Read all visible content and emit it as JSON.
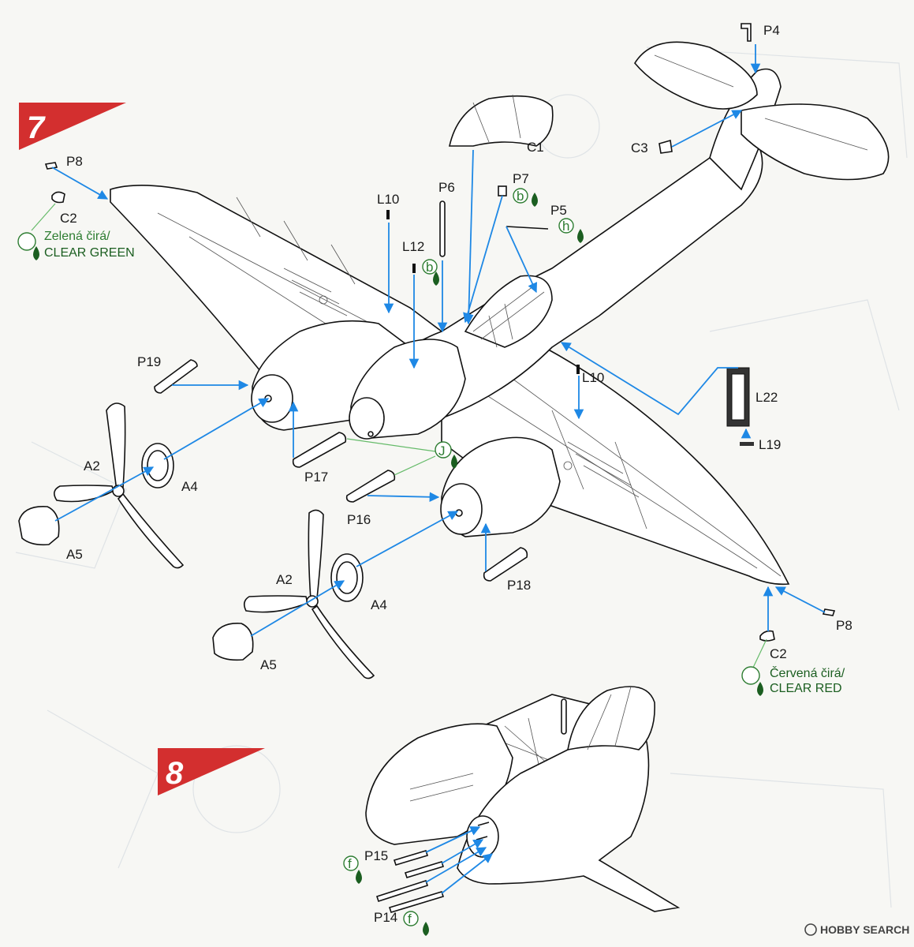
{
  "steps": [
    {
      "number": "7"
    },
    {
      "number": "8"
    }
  ],
  "parts": {
    "p8_top": "P8",
    "c2_left": "C2",
    "c1": "C1",
    "p6": "P6",
    "p7": "P7",
    "p5": "P5",
    "p4": "P4",
    "c3": "C3",
    "l10_top": "L10",
    "l12": "L12",
    "l10_right": "L10",
    "l22": "L22",
    "l19": "L19",
    "p19": "P19",
    "p17": "P17",
    "p16": "P16",
    "p18": "P18",
    "a2_left": "A2",
    "a4_left": "A4",
    "a5_left": "A5",
    "a2_center": "A2",
    "a4_center": "A4",
    "a5_center": "A5",
    "p8_bottom": "P8",
    "c2_right": "C2",
    "p15": "P15",
    "p14": "P14"
  },
  "paint_codes": {
    "b1": "b",
    "b2": "b",
    "h": "h",
    "j": "J",
    "f1": "f",
    "f2": "f"
  },
  "notes": {
    "green_cz": "Zelená čirá/",
    "green_en": "CLEAR GREEN",
    "red_cz": "Červená čirá/",
    "red_en": "CLEAR RED"
  },
  "watermark": "HOBBY SEARCH",
  "colors": {
    "step_flag": "#d32f2f",
    "arrow": "#1e88e5",
    "paint_code": "#2e7d32"
  },
  "icons": [
    "paint-drop-icon",
    "paint-code-circle-icon",
    "assembly-arrow-icon"
  ]
}
